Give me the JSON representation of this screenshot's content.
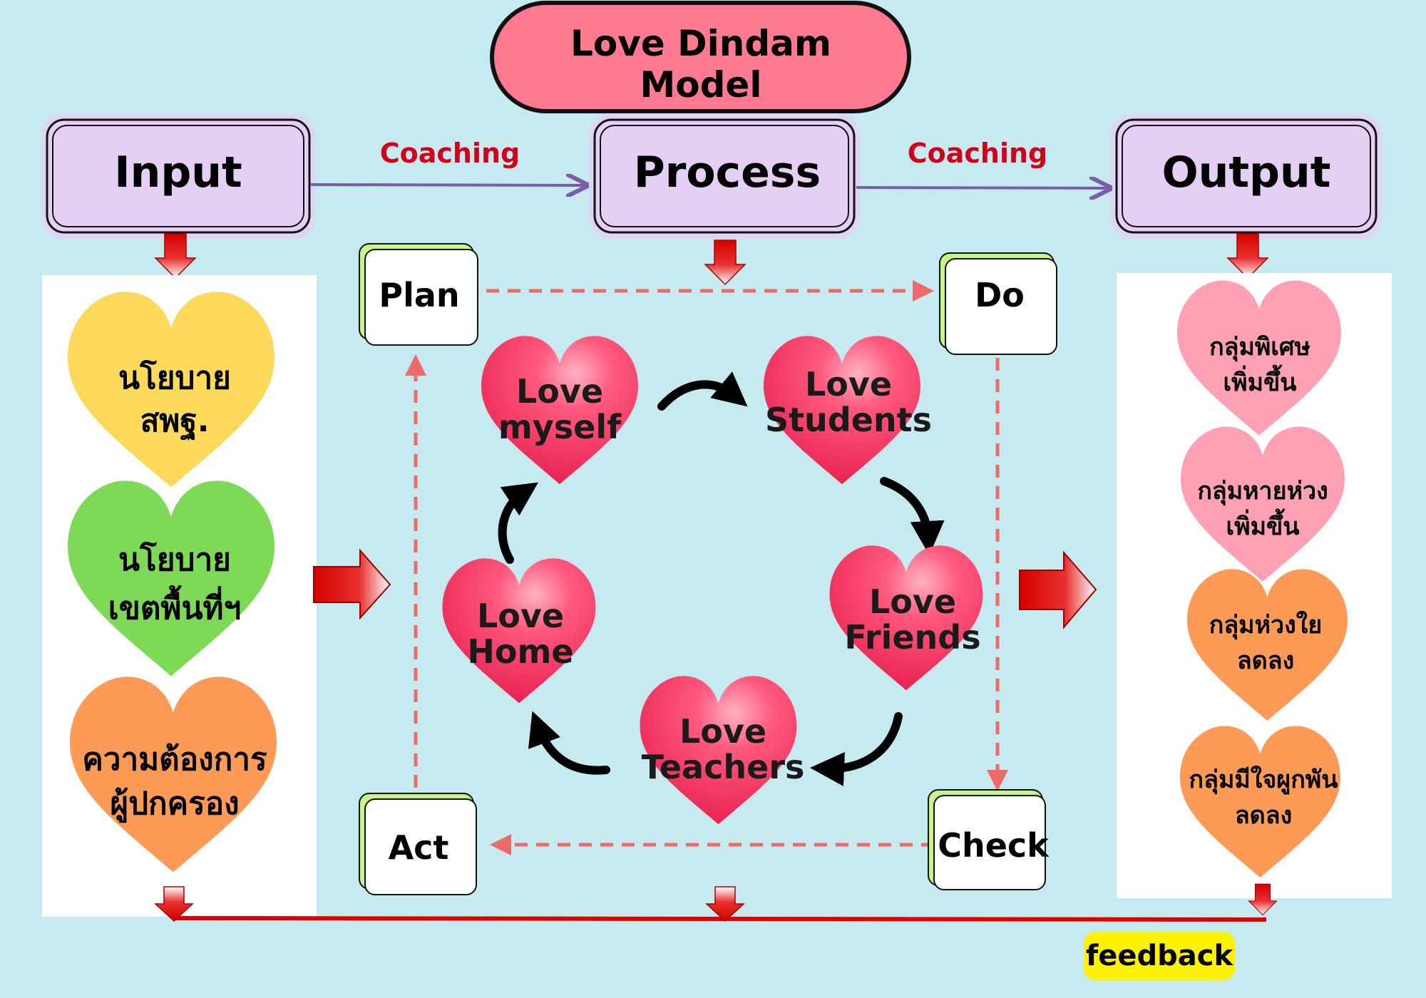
{
  "title": [
    "Love Dindam",
    "Model"
  ],
  "stages": {
    "input": "Input",
    "process": "Process",
    "output": "Output"
  },
  "coaching_labels": [
    "Coaching",
    "Coaching"
  ],
  "pdca": {
    "plan": "Plan",
    "do": "Do",
    "check": "Check",
    "act": "Act"
  },
  "love_cycle": [
    {
      "lines": [
        "Love",
        "myself"
      ]
    },
    {
      "lines": [
        "Love",
        "Students"
      ]
    },
    {
      "lines": [
        "Love",
        "Friends"
      ]
    },
    {
      "lines": [
        "Love",
        "Teachers"
      ]
    },
    {
      "lines": [
        "Love",
        "Home"
      ]
    }
  ],
  "inputs": [
    {
      "lines": [
        "นโยบาย",
        "สพฐ."
      ],
      "color": "#fcd95a"
    },
    {
      "lines": [
        "นโยบาย",
        "เขตพื้นที่ฯ"
      ],
      "color": "#7ed957"
    },
    {
      "lines": [
        "ความต้องการ",
        "ผู้ปกครอง"
      ],
      "color": "#fd9a56"
    }
  ],
  "outputs": [
    {
      "lines": [
        "กลุ่มพิเศษ",
        "เพิ่มขึ้น"
      ],
      "color": "#ffa0b4"
    },
    {
      "lines": [
        "กลุ่มหายห่วง",
        "เพิ่มขึ้น"
      ],
      "color": "#ffa0b4"
    },
    {
      "lines": [
        "กลุ่มห่วงใย",
        "ลดลง"
      ],
      "color": "#fd9a56"
    },
    {
      "lines": [
        "กลุ่มมีใจผูกพัน",
        "ลดลง"
      ],
      "color": "#fd9a56"
    }
  ],
  "feedback_label": "feedback",
  "colors": {
    "background": "#c7eaf1",
    "stage_box": "#e6cff5",
    "title_pill": "#ff7a90",
    "love_heart": "#f0305a",
    "feedback_badge": "#fff200",
    "dashed": "#ec6a6a"
  }
}
